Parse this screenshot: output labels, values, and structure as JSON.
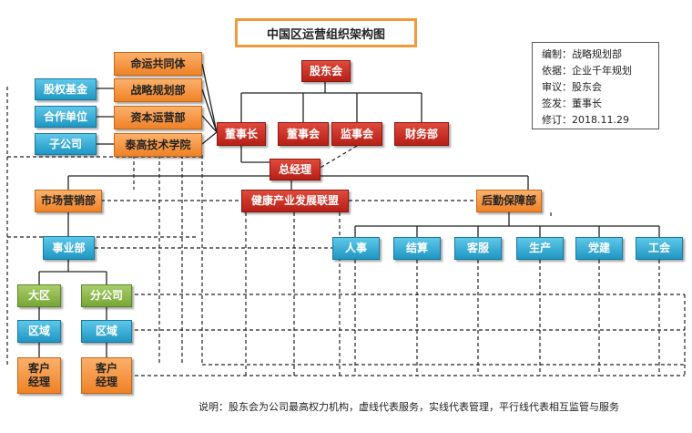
{
  "title": "中国区运营组织架构图",
  "info": {
    "bianzhi": "编制：战略规划部",
    "yiju": "依据：企业千年规划",
    "shenyi": "审议：股东会",
    "qianfa": "签发：董事长",
    "xiuding": "修订：2018.11.29"
  },
  "nodes": {
    "gudonghui": "股东会",
    "dongshizhang": "董事长",
    "dongshihui": "董事会",
    "jianshihui": "监事会",
    "caiwubu": "财务部",
    "zongjingli": "总经理",
    "mingyun": "命运共同体",
    "zhanlue": "战略规划部",
    "ziben": "资本运营部",
    "taigao": "泰高技术学院",
    "guquan": "股权基金",
    "hezuo": "合作单位",
    "zigongsi": "子公司",
    "shichang": "市场营销部",
    "jiankang": "健康产业发展联盟",
    "houqin": "后勤保障部",
    "shiyebu": "事业部",
    "daqu": "大区",
    "fengongsi": "分公司",
    "quyu1": "区域",
    "quyu2": "区域",
    "kehu1": "客户经理",
    "kehu2": "客户经理",
    "renshi": "人事",
    "jiesuan": "结算",
    "kefu": "客服",
    "shengchan": "生产",
    "dangjian": "党建",
    "gonghui": "工会"
  },
  "note": "说明：股东会为公司最高权力机构，虚线代表服务，实线代表管理，平行线代表相互监管与服务",
  "colors": {
    "red": "#c8291f",
    "orange": "#f4902f",
    "blue": "#2aa4d2",
    "green": "#86b343",
    "title_border": "#f29a3b"
  }
}
